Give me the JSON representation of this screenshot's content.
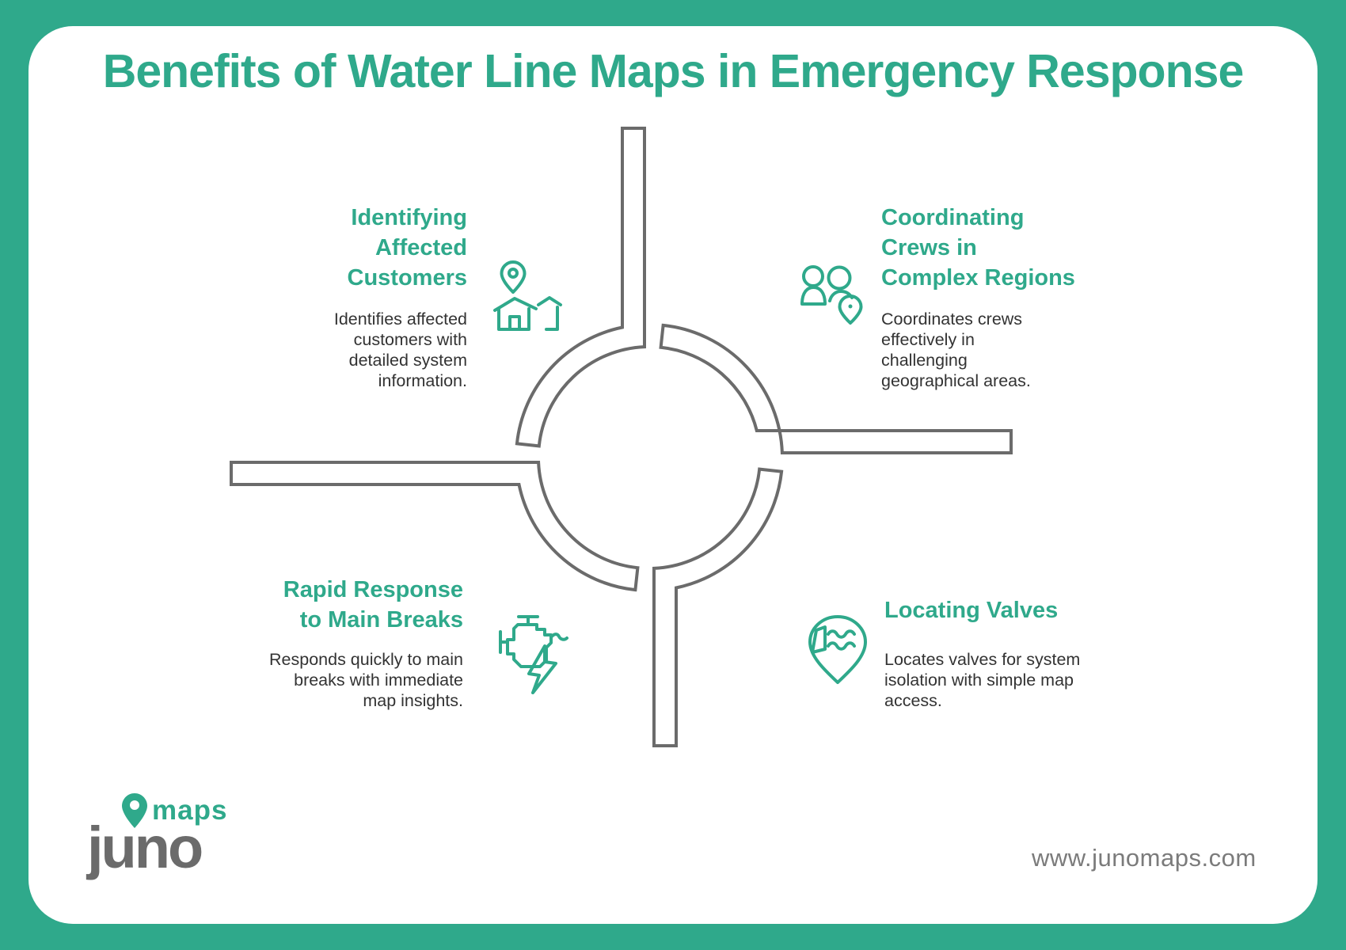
{
  "title": "Benefits of Water Line Maps in Emergency Response",
  "sections": [
    {
      "id": "identifying-affected-customers",
      "heading": "Identifying\nAffected\nCustomers",
      "body": "Identifies affected\ncustomers with\ndetailed system\ninformation.",
      "icon": "pin-house-icon"
    },
    {
      "id": "coordinating-crews-complex-regions",
      "heading": "Coordinating\nCrews in\nComplex Regions",
      "body": "Coordinates crews\neffectively in\nchallenging\ngeographical areas.",
      "icon": "crew-location-pin-icon"
    },
    {
      "id": "rapid-response-main-breaks",
      "heading": "Rapid Response\nto Main Breaks",
      "body": "Responds quickly to main\nbreaks with immediate\nmap insights.",
      "icon": "pump-lightning-icon"
    },
    {
      "id": "locating-valves",
      "heading": "Locating Valves",
      "body": "Locates valves for system\nisolation with simple map\naccess.",
      "icon": "valve-water-pin-icon"
    }
  ],
  "brand": {
    "main": "juno",
    "sub": "maps"
  },
  "footer": {
    "website": "www.junomaps.com"
  },
  "colors": {
    "green": "#2fa98b",
    "diagram_gray": "#6b6b6b",
    "body_text": "#333333",
    "footer_gray": "#7b7b7b",
    "logo_gray": "#6b6b6b"
  }
}
